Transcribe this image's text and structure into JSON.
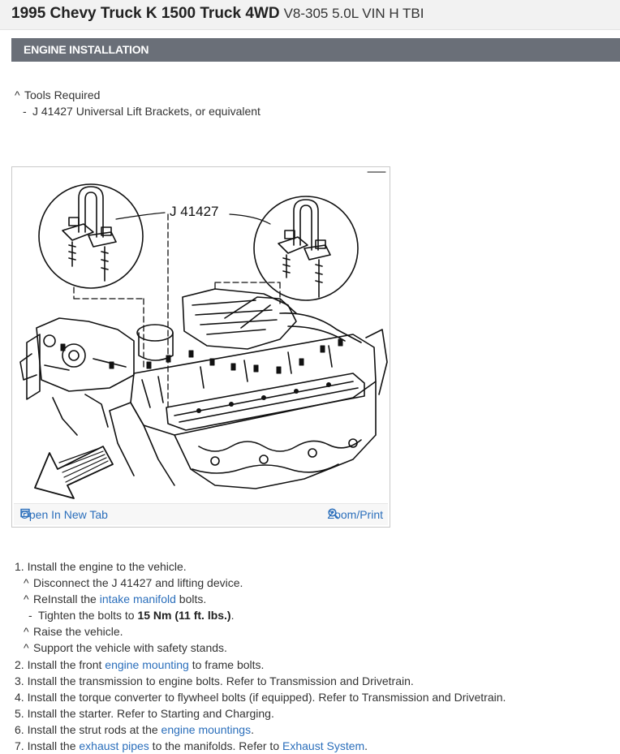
{
  "header": {
    "title_main": "1995 Chevy Truck K 1500 Truck 4WD",
    "title_sub": "V8-305 5.0L VIN H TBI"
  },
  "section": {
    "title": "ENGINE INSTALLATION"
  },
  "tools": {
    "caret": "^",
    "heading": "Tools Required",
    "dash": "-",
    "item": "J 41427 Universal Lift Brackets, or equivalent"
  },
  "figure": {
    "callout": "J 41427",
    "open_tab_label": "Open In New Tab",
    "zoom_label": "Zoom/Print"
  },
  "steps": {
    "s1": "1. Install the engine to the vehicle.",
    "s1a": "Disconnect the J 41427 and lifting device.",
    "s1b_pre": "ReInstall the ",
    "s1b_link": "intake manifold",
    "s1b_post": " bolts.",
    "s1c_pre": "Tighten the bolts to ",
    "s1c_bold": "15 Nm (11 ft. lbs.)",
    "s1c_post": ".",
    "s1d": "Raise the vehicle.",
    "s1e": "Support the vehicle with safety stands.",
    "s2_pre": "2. Install the front ",
    "s2_link": "engine mounting",
    "s2_post": " to frame bolts.",
    "s3": "3. Install the transmission to engine bolts. Refer to Transmission and Drivetrain.",
    "s4": "4. Install the torque converter to flywheel bolts (if equipped). Refer to Transmission and Drivetrain.",
    "s5": "5. Install the starter. Refer to Starting and Charging.",
    "s6_pre": "6. Install the strut rods at the ",
    "s6_link": "engine mountings",
    "s6_post": ".",
    "s7_pre": "7. Install the ",
    "s7_link": "exhaust pipes",
    "s7_mid": " to the manifolds. Refer to ",
    "s7_link2": "Exhaust System",
    "s7_post": "."
  }
}
